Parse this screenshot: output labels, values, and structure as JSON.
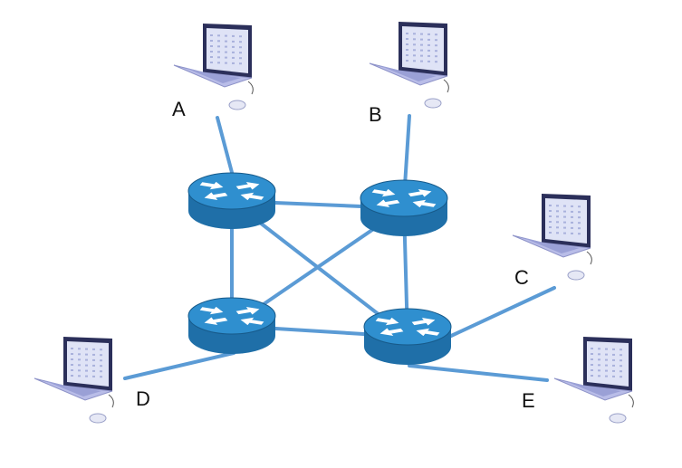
{
  "diagram": {
    "type": "network-topology",
    "colors": {
      "link": "#5b9bd5",
      "router_body": "#1f6fa8",
      "router_top": "#2f8fcf",
      "router_rim": "#175a8a",
      "router_arrows": "#ffffff",
      "laptop_body": "#b9bde8",
      "laptop_screen": "#dfe3f6",
      "laptop_frame": "#2b2f5a",
      "label_text": "#111111"
    },
    "computers": [
      {
        "id": "A",
        "label": "A",
        "icon": "laptop-icon"
      },
      {
        "id": "B",
        "label": "B",
        "icon": "laptop-icon"
      },
      {
        "id": "C",
        "label": "C",
        "icon": "laptop-icon"
      },
      {
        "id": "D",
        "label": "D",
        "icon": "laptop-icon"
      },
      {
        "id": "E",
        "label": "E",
        "icon": "laptop-icon"
      }
    ],
    "routers": [
      {
        "id": "R1",
        "icon": "router-icon"
      },
      {
        "id": "R2",
        "icon": "router-icon"
      },
      {
        "id": "R3",
        "icon": "router-icon"
      },
      {
        "id": "R4",
        "icon": "router-icon"
      }
    ],
    "links": [
      [
        "A",
        "R1"
      ],
      [
        "B",
        "R2"
      ],
      [
        "C",
        "R4"
      ],
      [
        "D",
        "R3"
      ],
      [
        "E",
        "R4"
      ],
      [
        "R1",
        "R2"
      ],
      [
        "R1",
        "R3"
      ],
      [
        "R1",
        "R4"
      ],
      [
        "R2",
        "R3"
      ],
      [
        "R2",
        "R4"
      ],
      [
        "R3",
        "R4"
      ]
    ]
  }
}
